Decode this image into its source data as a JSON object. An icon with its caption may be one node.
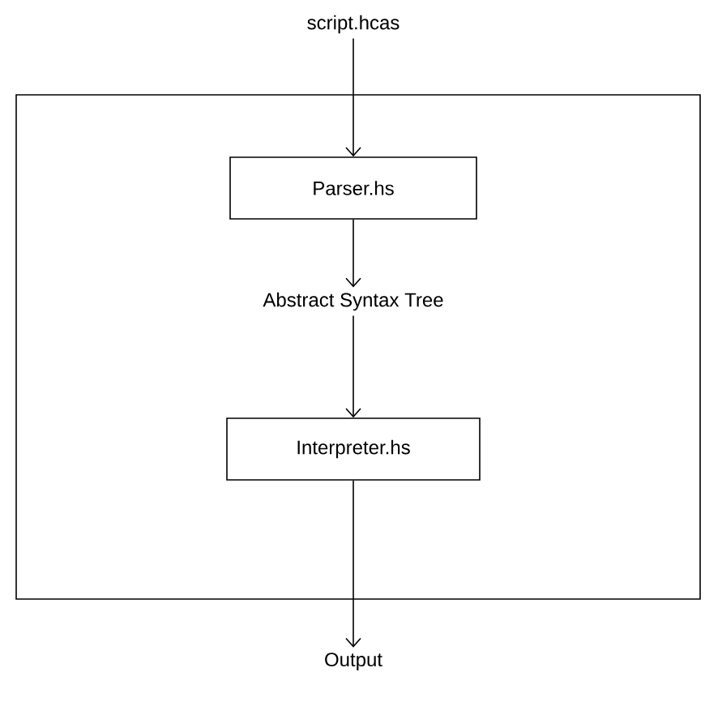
{
  "diagram": {
    "nodes": [
      {
        "text": [
          "script.hcas"
        ]
      },
      {
        "text": [],
        "shape": "box"
      },
      {
        "text": [
          "Parser.hs"
        ],
        "in": 1
      },
      {
        "text": [
          "Abstract Syntax Tree"
        ],
        "in": 1
      },
      {
        "text": [
          "Interpreter.hs"
        ],
        "in": 1
      },
      {
        "text": [
          "Output"
        ]
      }
    ],
    "edges": [
      {
        "from": 0,
        "to": 2,
        "arrow": "to"
      },
      {
        "from": 2,
        "to": 3,
        "arrow": "to"
      },
      {
        "from": 3,
        "to": 4,
        "arrow": "to"
      },
      {
        "from": 4,
        "to": 5,
        "arrow": "to"
      }
    ]
  }
}
